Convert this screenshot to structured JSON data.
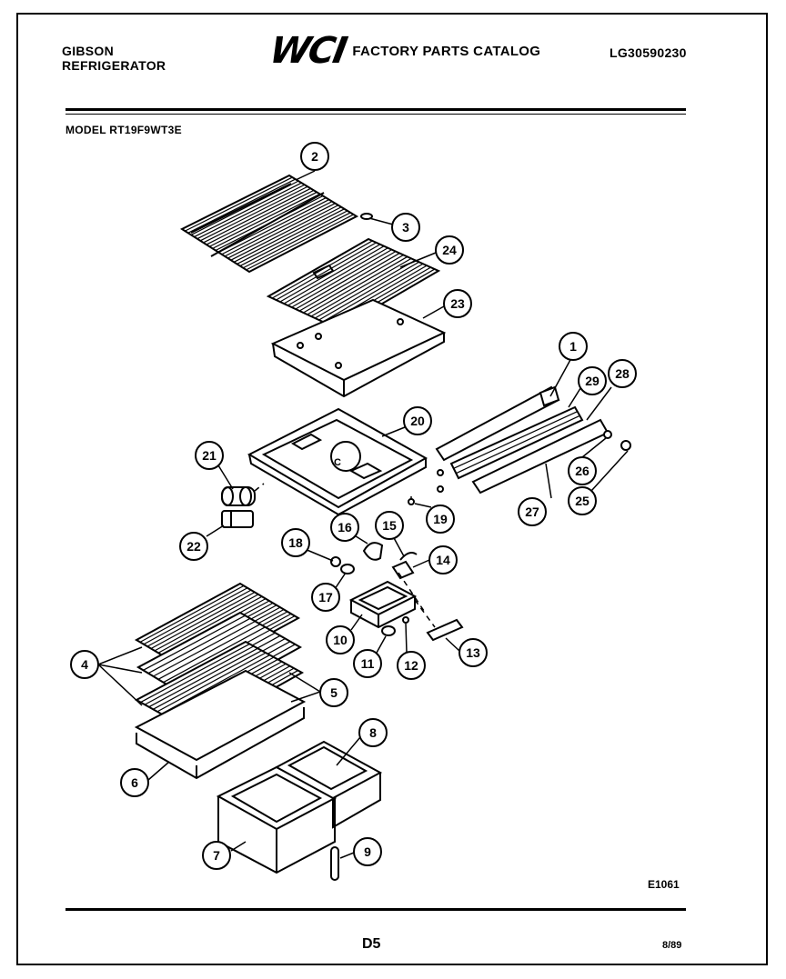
{
  "header": {
    "brand_line1": "GIBSON",
    "brand_line2": "REFRIGERATOR",
    "logo_text": "WCI",
    "catalog_title": "FACTORY PARTS CATALOG",
    "catalog_number": "LG30590230"
  },
  "model_line": "MODEL RT19F9WT3E",
  "callouts": [
    "1",
    "2",
    "3",
    "4",
    "4",
    "4",
    "5",
    "5",
    "6",
    "7",
    "8",
    "9",
    "10",
    "11",
    "12",
    "13",
    "14",
    "15",
    "16",
    "17",
    "18",
    "19",
    "20",
    "21",
    "22",
    "23",
    "24",
    "25",
    "26",
    "27",
    "28",
    "29"
  ],
  "footer": {
    "figure_code": "E1061",
    "page_code": "D5",
    "date_code": "8/89"
  }
}
